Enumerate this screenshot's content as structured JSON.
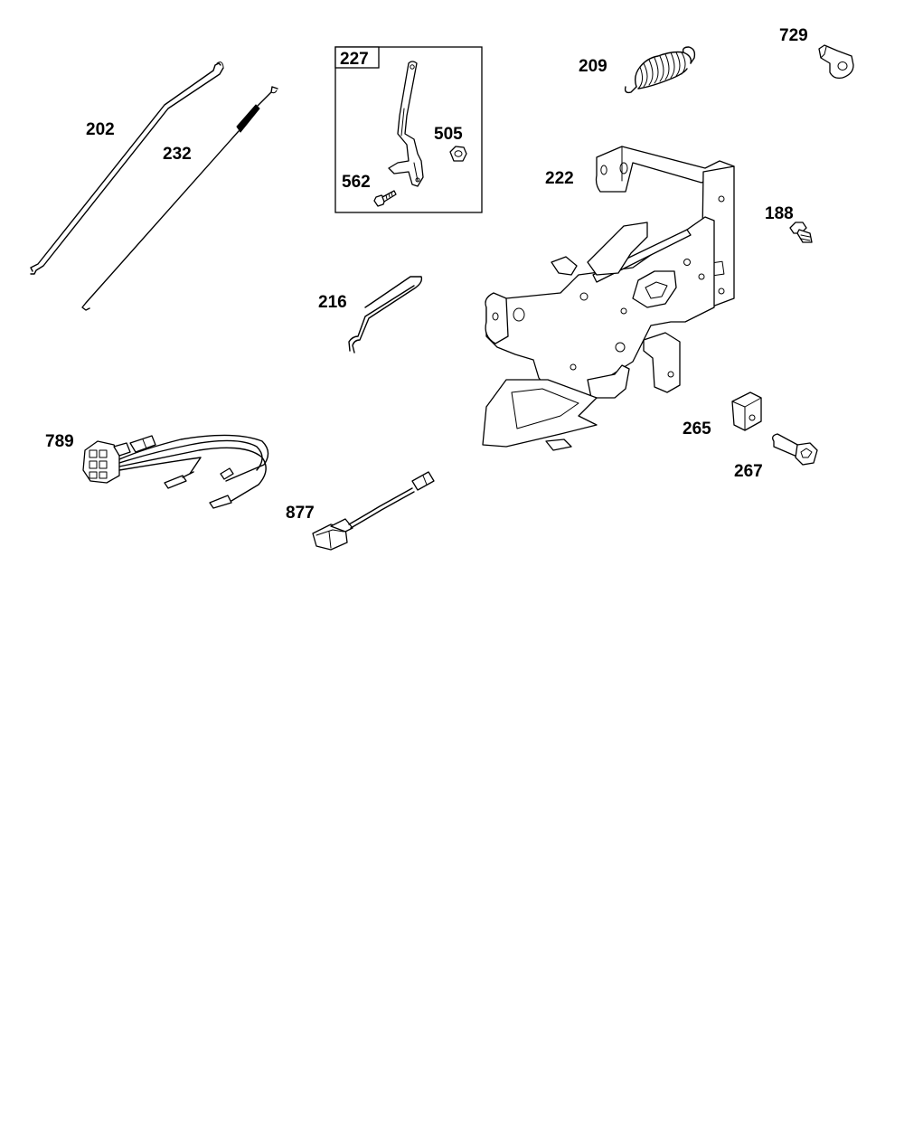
{
  "diagram_title": "",
  "parts": [
    {
      "id": "part-202",
      "number": "202"
    },
    {
      "id": "part-232",
      "number": "232"
    },
    {
      "id": "part-227",
      "number": "227"
    },
    {
      "id": "part-505",
      "number": "505"
    },
    {
      "id": "part-562",
      "number": "562"
    },
    {
      "id": "part-209",
      "number": "209"
    },
    {
      "id": "part-729",
      "number": "729"
    },
    {
      "id": "part-222",
      "number": "222"
    },
    {
      "id": "part-188",
      "number": "188"
    },
    {
      "id": "part-216",
      "number": "216"
    },
    {
      "id": "part-789",
      "number": "789"
    },
    {
      "id": "part-877",
      "number": "877"
    },
    {
      "id": "part-265",
      "number": "265"
    },
    {
      "id": "part-267",
      "number": "267"
    }
  ]
}
